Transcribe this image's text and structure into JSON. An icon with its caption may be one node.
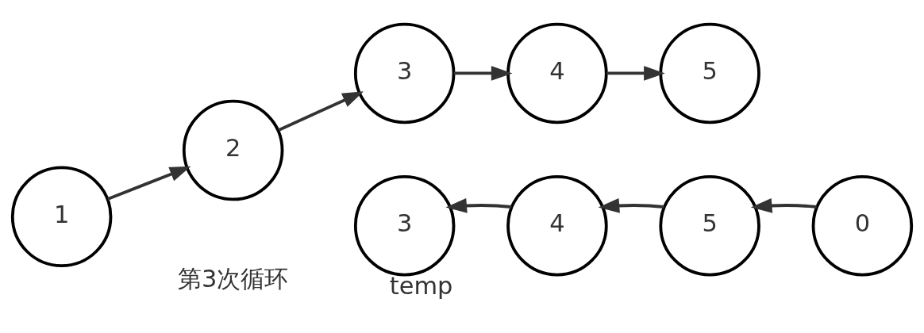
{
  "diagram": {
    "nodes": [
      {
        "text": [
          "1"
        ]
      },
      {
        "text": [
          "2"
        ]
      },
      {
        "text": [
          "3"
        ]
      },
      {
        "text": [
          "4"
        ]
      },
      {
        "text": [
          "5"
        ]
      },
      {
        "text": [
          "3"
        ],
        "beside": [
          "temp"
        ]
      },
      {
        "text": [
          "4"
        ]
      },
      {
        "text": [
          "5"
        ]
      },
      {
        "text": [
          "0"
        ]
      }
    ],
    "edges": [
      {
        "from": 0,
        "to": 1,
        "arrow": "to"
      },
      {
        "from": 1,
        "to": 2,
        "arrow": "to"
      },
      {
        "from": 2,
        "to": 3,
        "arrow": "to"
      },
      {
        "from": 3,
        "to": 4,
        "arrow": "to"
      },
      {
        "from": 8,
        "to": 7,
        "arrow": "to"
      },
      {
        "from": 7,
        "to": 6,
        "arrow": "to"
      },
      {
        "from": 6,
        "to": 5,
        "arrow": "to"
      }
    ],
    "labels": [
      "第3次循环"
    ]
  }
}
